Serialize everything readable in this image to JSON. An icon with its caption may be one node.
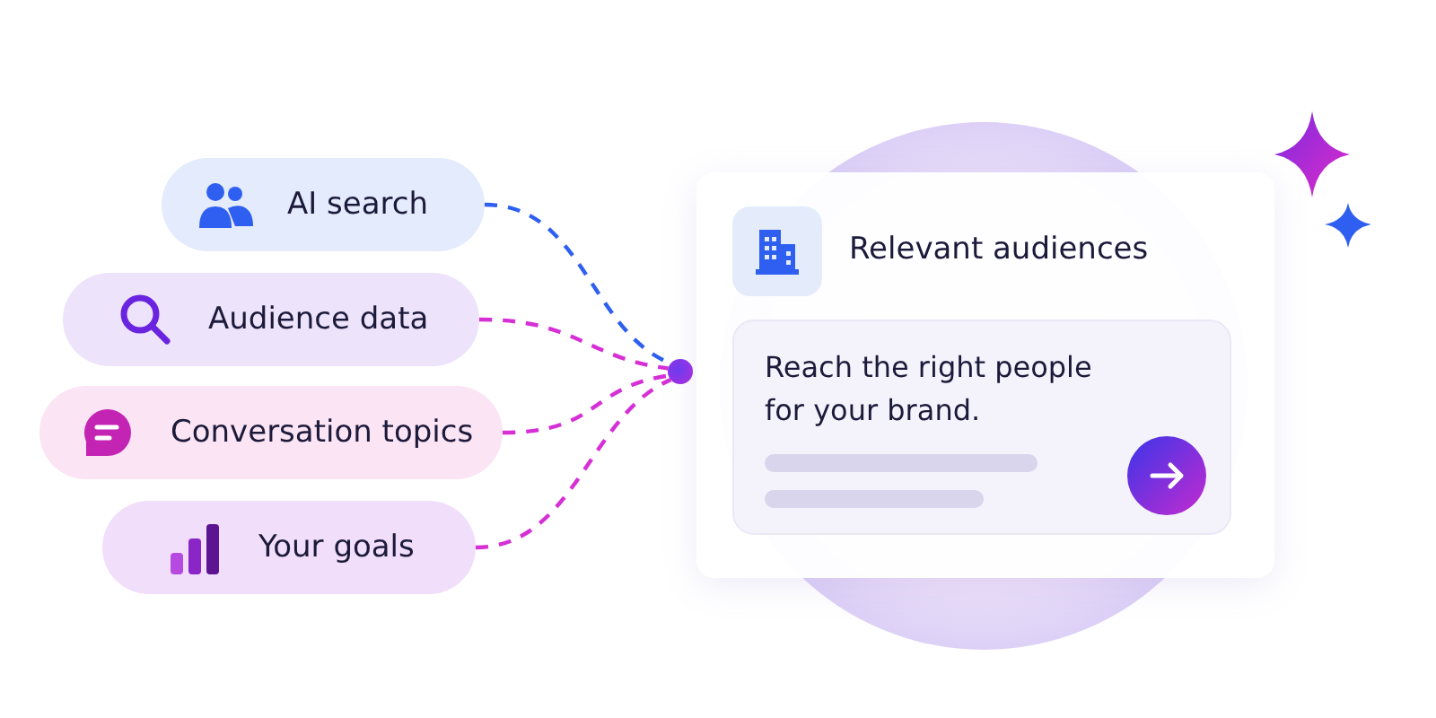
{
  "diagram": {
    "nodes": [
      {
        "text": [
          "AI search"
        ]
      },
      {
        "text": [
          "Audience data"
        ]
      },
      {
        "text": [
          "Conversation topics"
        ]
      },
      {
        "text": [
          "Your goals"
        ]
      },
      {
        "text": [],
        "shape": "circle"
      },
      {
        "text": [
          "Relevant audiences"
        ]
      },
      {
        "text": [
          "Reach the right people for your brand."
        ],
        "in": 5
      }
    ],
    "edges": [
      {
        "from": 0,
        "to": 4,
        "arrow": "none",
        "style": "dashed",
        "color": "#2f5ff0"
      },
      {
        "from": 1,
        "to": 4,
        "arrow": "none",
        "style": "dashed"
      },
      {
        "from": 2,
        "to": 4,
        "arrow": "none",
        "style": "dashed"
      },
      {
        "from": 3,
        "to": 4,
        "arrow": "none",
        "style": "dashed"
      }
    ]
  }
}
